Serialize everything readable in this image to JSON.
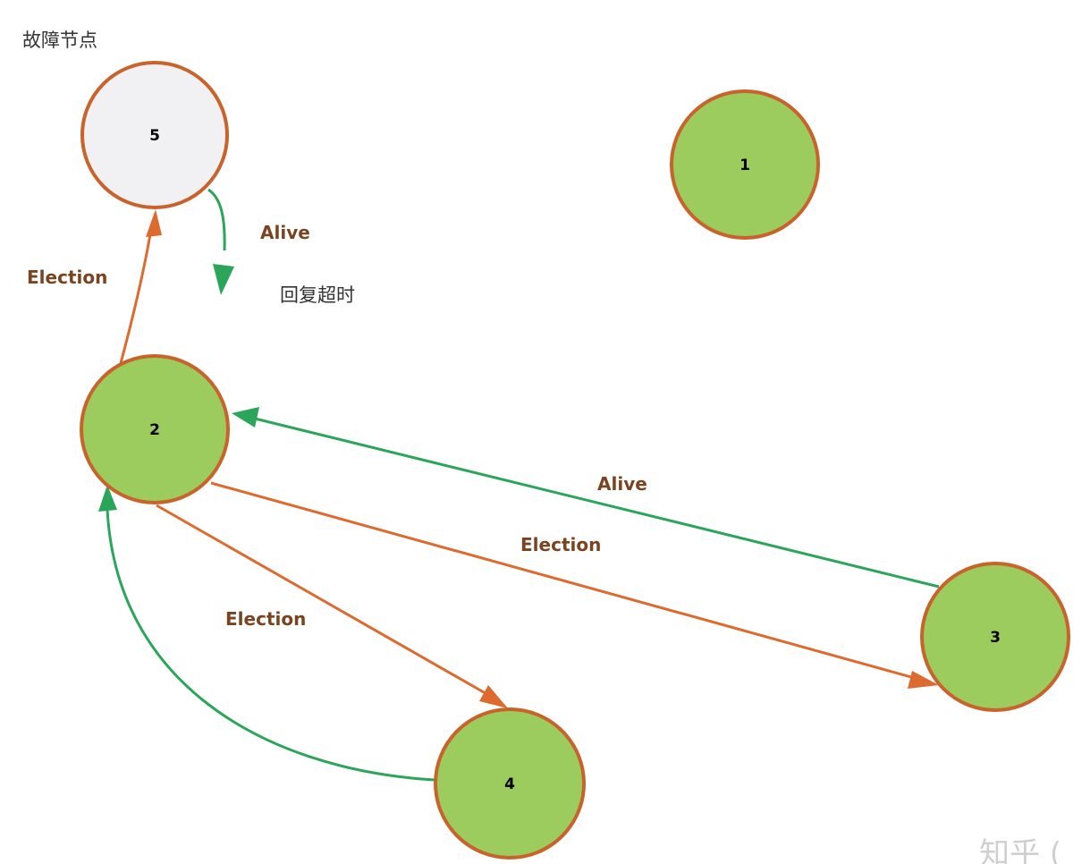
{
  "colors": {
    "outline": "#c8632c",
    "alive": "#2aa55a",
    "election": "#dd6a2f",
    "healthy_fill": "#9dcc5e",
    "failed_fill": "#f1f1f3",
    "label_text": "#7a4420",
    "note_text": "#333333",
    "watermark": "#cfcfcf"
  },
  "notes": {
    "failed_node": "故障节点",
    "reply_timeout": "回复超时"
  },
  "watermark": "知乎 (",
  "nodes": [
    {
      "id": "5",
      "label": "5",
      "status": "failed"
    },
    {
      "id": "1",
      "label": "1",
      "status": "healthy"
    },
    {
      "id": "2",
      "label": "2",
      "status": "healthy"
    },
    {
      "id": "3",
      "label": "3",
      "status": "healthy"
    },
    {
      "id": "4",
      "label": "4",
      "status": "healthy"
    }
  ],
  "edges": [
    {
      "from": "2",
      "to": "5",
      "type": "election",
      "label": "Election"
    },
    {
      "from": "5",
      "to": "2",
      "type": "alive",
      "label": "Alive"
    },
    {
      "from": "3",
      "to": "2",
      "type": "alive",
      "label": "Alive"
    },
    {
      "from": "2",
      "to": "3",
      "type": "election",
      "label": "Election"
    },
    {
      "from": "2",
      "to": "4",
      "type": "election",
      "label": "Election"
    },
    {
      "from": "4",
      "to": "2",
      "type": "alive",
      "label": ""
    }
  ]
}
